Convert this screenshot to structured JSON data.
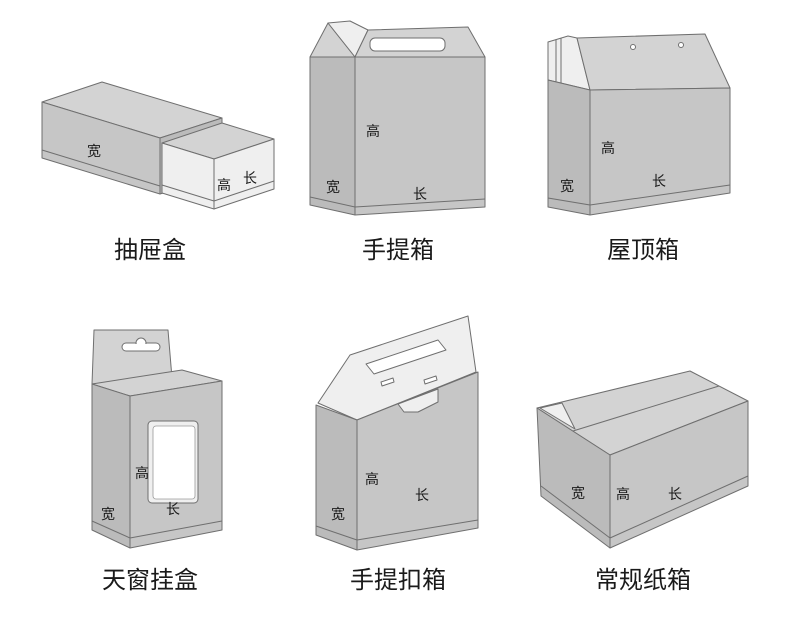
{
  "colors": {
    "background": "#ffffff",
    "box_front": "#c6c6c6",
    "box_side": "#bbbbbb",
    "box_top": "#d3d3d3",
    "box_inner": "#efefef",
    "window": "#ffffff",
    "edge": "#6f6f6f",
    "text": "#1a1a1a"
  },
  "boxes": [
    {
      "caption": "抽屉盒",
      "labels": {
        "width": "宽",
        "height": "高",
        "length": "长"
      }
    },
    {
      "caption": "手提箱",
      "labels": {
        "height": "高",
        "width": "宽",
        "length": "长"
      }
    },
    {
      "caption": "屋顶箱",
      "labels": {
        "height": "高",
        "width": "宽",
        "length": "长"
      }
    },
    {
      "caption": "天窗挂盒",
      "labels": {
        "height": "高",
        "width": "宽",
        "length": "长"
      }
    },
    {
      "caption": "手提扣箱",
      "labels": {
        "height": "高",
        "width": "宽",
        "length": "长"
      }
    },
    {
      "caption": "常规纸箱",
      "labels": {
        "width": "宽",
        "height": "高",
        "length": "长"
      }
    }
  ]
}
